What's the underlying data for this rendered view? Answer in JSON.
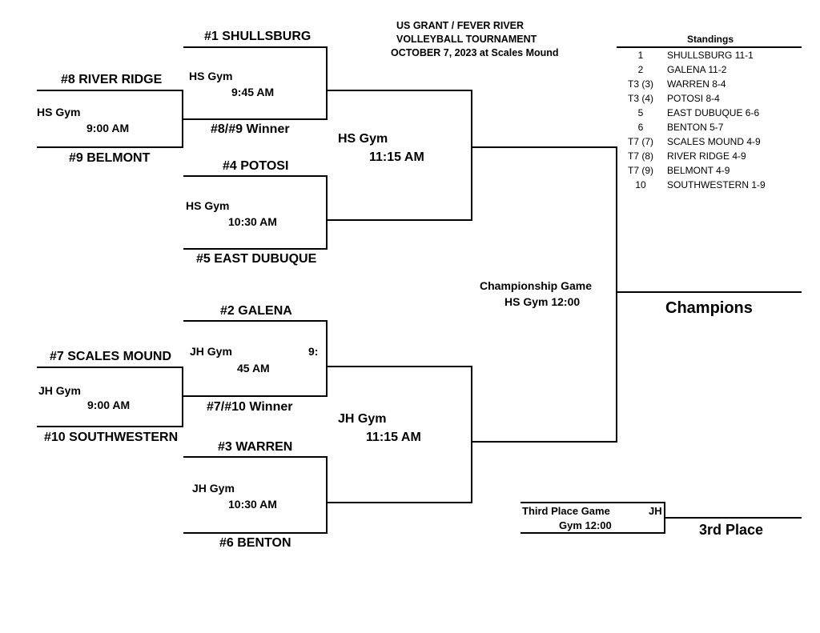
{
  "title": {
    "line1": "US GRANT / FEVER RIVER",
    "line2": "VOLLEYBALL TOURNAMENT",
    "line3": "OCTOBER 7, 2023 at Scales Mound"
  },
  "teams": {
    "shullsburg": "#1 SHULLSBURG",
    "river_ridge": "#8 RIVER RIDGE",
    "belmont": "#9 BELMONT",
    "winner_8_9": "#8/#9 Winner",
    "potosi": "#4 POTOSI",
    "east_dubuque": "#5 EAST DUBUQUE",
    "galena": "#2 GALENA",
    "scales_mound": "#7 SCALES MOUND",
    "southwestern": "#10 SOUTHWESTERN",
    "winner_7_10": "#7/#10 Winner",
    "warren": "#3 WARREN",
    "benton": "#6 BENTON"
  },
  "games": {
    "g1_gym": "HS Gym",
    "g1_time": "9:00 AM",
    "g2_gym": "HS Gym",
    "g2_time": "9:45 AM",
    "g3_gym": "HS Gym",
    "g3_time": "10:30 AM",
    "g4_gym": "HS Gym",
    "g4_time": "11:15 AM",
    "g5_gym": "JH Gym",
    "g5_time": "9:00 AM",
    "g6_gym": "JH Gym",
    "g6_time_a": "9:",
    "g6_time_b": "45 AM",
    "g7_gym": "JH Gym",
    "g7_time": "10:30 AM",
    "g8_gym": "JH Gym",
    "g8_time": "11:15 AM",
    "championship_label": "Championship Game",
    "championship_time": "HS Gym  12:00",
    "third_label": "Third Place Game",
    "third_gym_a": "JH",
    "third_time": "Gym  12:00"
  },
  "results": {
    "champions": "Champions",
    "third_place": "3rd Place"
  },
  "standings": {
    "heading": "Standings",
    "rows": [
      {
        "rank": "1",
        "team": "SHULLSBURG 11-1"
      },
      {
        "rank": "2",
        "team": "GALENA 11-2"
      },
      {
        "rank": "T3 (3)",
        "team": "WARREN 8-4"
      },
      {
        "rank": "T3 (4)",
        "team": "POTOSI 8-4"
      },
      {
        "rank": "5",
        "team": "EAST DUBUQUE 6-6"
      },
      {
        "rank": "6",
        "team": "BENTON 5-7"
      },
      {
        "rank": "T7 (7)",
        "team": "SCALES MOUND 4-9"
      },
      {
        "rank": "T7 (8)",
        "team": "RIVER RIDGE 4-9"
      },
      {
        "rank": "T7 (9)",
        "team": "BELMONT 4-9"
      },
      {
        "rank": "10",
        "team": "SOUTHWESTERN 1-9"
      }
    ]
  }
}
